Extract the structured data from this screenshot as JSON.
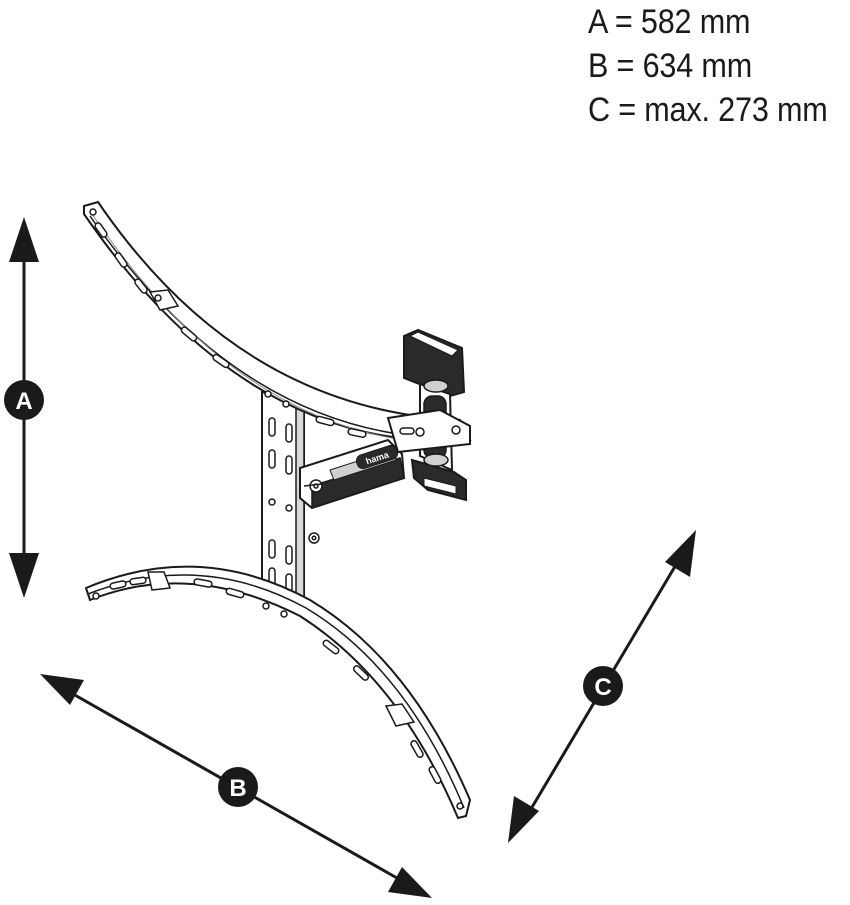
{
  "dimensions": [
    {
      "label": "A = 582 mm"
    },
    {
      "label": "B = 634 mm"
    },
    {
      "label": "C = max. 273 mm"
    }
  ],
  "markers": {
    "a": "A",
    "b": "B",
    "c": "C"
  },
  "brand": "hama",
  "colors": {
    "ink": "#1a1a1a",
    "dark": "#2a2a2a",
    "fill": "#ffffff"
  }
}
